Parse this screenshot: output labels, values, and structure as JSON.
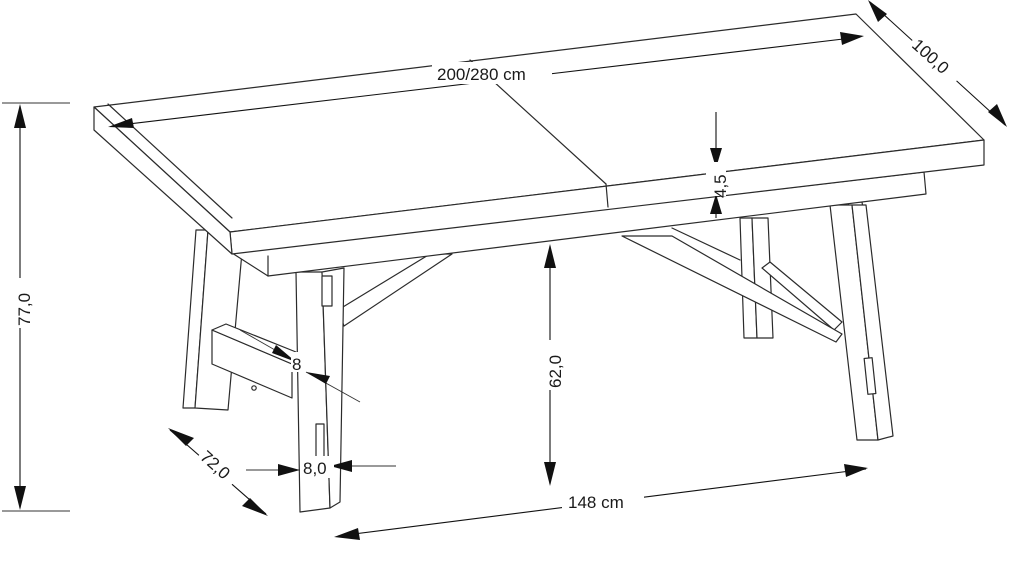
{
  "dimensions": {
    "length": "200/280 cm",
    "width_top": "100,0",
    "total_height": "77,0",
    "top_thickness": "4,5",
    "clearance_height": "62,0",
    "leg_thickness": "8",
    "leg_width": "8,0",
    "base_depth": "72,0",
    "leg_span": "148 cm"
  },
  "colors": {
    "line": "#2b2b2b",
    "background": "#ffffff"
  }
}
